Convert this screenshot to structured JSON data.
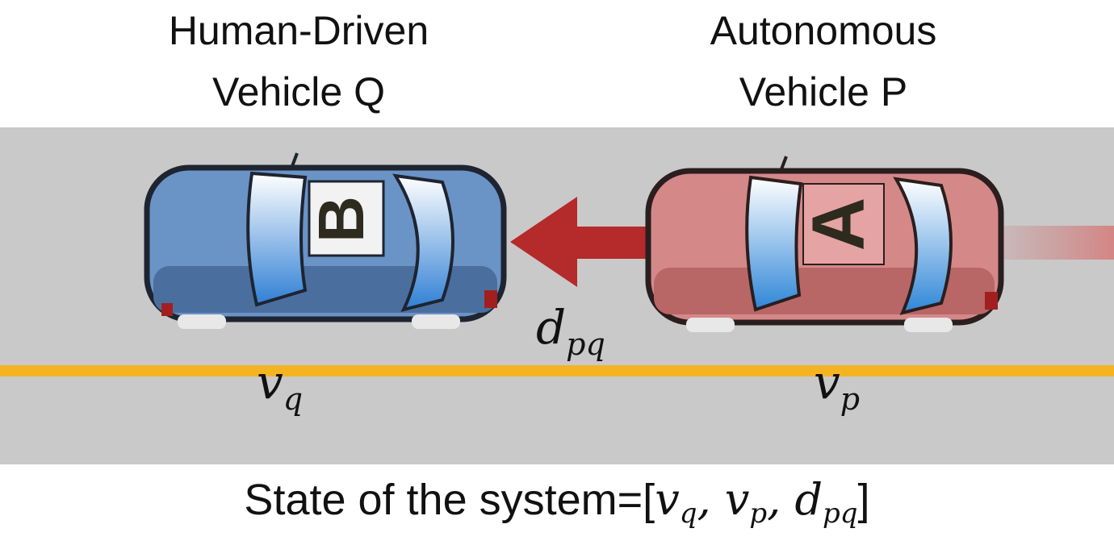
{
  "titles": {
    "human": {
      "line1": "Human-Driven",
      "line2": "Vehicle Q"
    },
    "autonomous": {
      "line1": "Autonomous",
      "line2": "Vehicle P"
    }
  },
  "cars": {
    "human": {
      "letter": "B",
      "color": "#6f98c9"
    },
    "autonomous": {
      "letter": "A",
      "color": "#d98c8c"
    }
  },
  "labels": {
    "vq": {
      "base": "v",
      "sub": "q"
    },
    "vp": {
      "base": "v",
      "sub": "p"
    },
    "dpq": {
      "base": "d",
      "sub": "pq"
    }
  },
  "state": {
    "prefix": "State of the system=[",
    "v1": "v",
    "s1": "q",
    "sep1": ", ",
    "v2": "v",
    "s2": "p",
    "sep2": ", ",
    "v3": "d",
    "s3": "pq",
    "suffix": "]"
  },
  "colors": {
    "road": "#c9c9c9",
    "lane_line": "#f4b323",
    "arrow": "#b52a2a"
  }
}
